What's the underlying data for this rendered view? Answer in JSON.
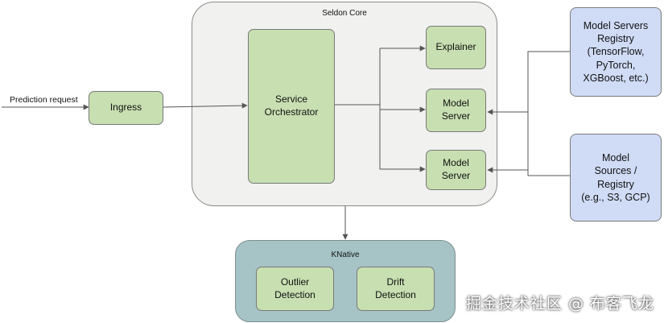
{
  "containers": {
    "seldon_core": "Seldon Core",
    "knative": "KNative"
  },
  "labels": {
    "prediction_request": "Prediction request"
  },
  "nodes": {
    "ingress": "Ingress",
    "service_orchestrator": "Service\nOrchestrator",
    "explainer": "Explainer",
    "model_server_1": "Model\nServer",
    "model_server_2": "Model\nServer",
    "model_servers_registry": "Model Servers\nRegistry\n(TensorFlow,\nPyTorch,\nXGBoost, etc.)",
    "model_sources_registry": "Model\nSources /\nRegistry\n(e.g., S3, GCP)",
    "outlier_detection": "Outlier\nDetection",
    "drift_detection": "Drift\nDetection"
  },
  "watermark": "掘金技术社区 @ 布客飞龙",
  "colors": {
    "node_green": "#c7dfb1",
    "registry_blue": "#d0dcf6",
    "seldon_bg": "#f1f1ef",
    "knative_bg": "#a6c3c5"
  }
}
